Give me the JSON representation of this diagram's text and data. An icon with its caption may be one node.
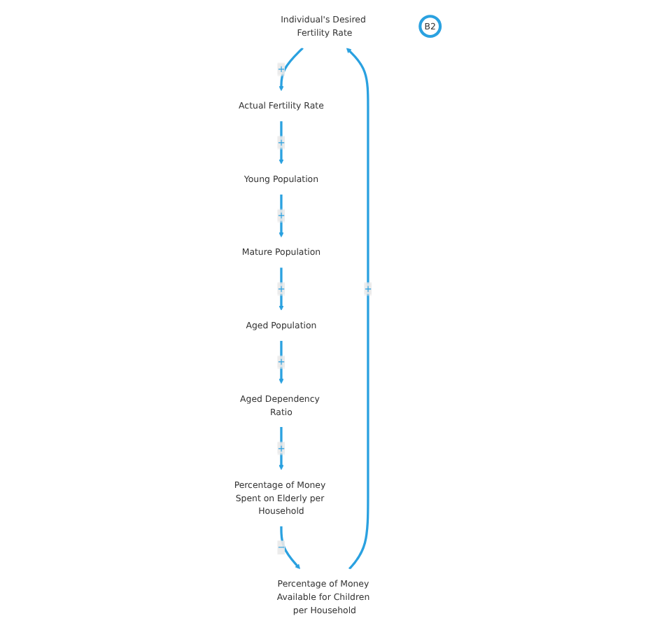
{
  "diagram": {
    "nodes": [
      {
        "text": [
          "Individual's Desired Fertility Rate"
        ]
      },
      {
        "text": [
          "Actual Fertility Rate"
        ]
      },
      {
        "text": [
          "Young Population"
        ]
      },
      {
        "text": [
          "Mature Population"
        ]
      },
      {
        "text": [
          "Aged Population"
        ]
      },
      {
        "text": [
          "Aged Dependency Ratio"
        ]
      },
      {
        "text": [
          "Percentage of Money Spent on Elderly per Household"
        ]
      },
      {
        "text": [
          "Percentage of Money Available for Children per Household"
        ]
      },
      {
        "text": [
          "B2"
        ]
      }
    ],
    "edges": [
      {
        "from": 0,
        "to": 1,
        "arrow": "to",
        "label": "+"
      },
      {
        "from": 1,
        "to": 2,
        "arrow": "to",
        "label": "+"
      },
      {
        "from": 2,
        "to": 3,
        "arrow": "to",
        "label": "+"
      },
      {
        "from": 3,
        "to": 4,
        "arrow": "to",
        "label": "+"
      },
      {
        "from": 4,
        "to": 5,
        "arrow": "to",
        "label": "+"
      },
      {
        "from": 5,
        "to": 6,
        "arrow": "to",
        "label": "+"
      },
      {
        "from": 6,
        "to": 7,
        "arrow": "to",
        "label": "−"
      },
      {
        "from": 7,
        "to": 0,
        "arrow": "to",
        "label": "+"
      }
    ]
  }
}
